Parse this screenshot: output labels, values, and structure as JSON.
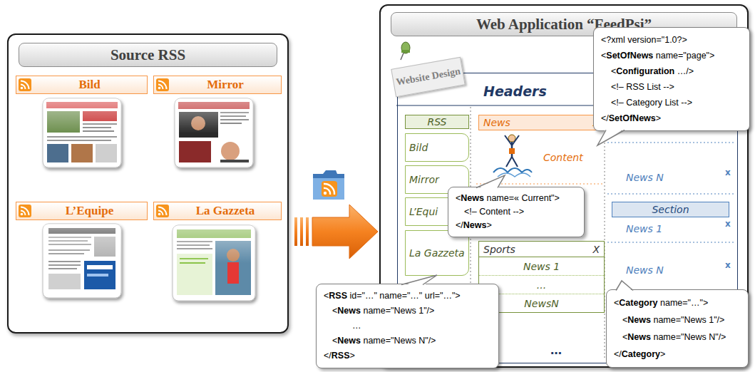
{
  "diagram": {
    "nodes": [
      {
        "text": [
          "Source RSS"
        ]
      },
      {
        "text": [
          "Bild"
        ],
        "in": 0
      },
      {
        "text": [
          "Mirror"
        ],
        "in": 0
      },
      {
        "text": [
          "L’Equipe"
        ],
        "in": 0
      },
      {
        "text": [
          "La Gazzeta"
        ],
        "in": 0
      },
      {
        "text": [
          "Web Application “FeedPsi”"
        ]
      },
      {
        "text": [
          "Website Design"
        ],
        "in": 5
      },
      {
        "text": [
          "Headers"
        ],
        "in": 5
      },
      {
        "text": [
          "RSS"
        ],
        "in": 7
      },
      {
        "text": [
          "Bild"
        ],
        "in": 7
      },
      {
        "text": [
          "Mirror"
        ],
        "in": 7
      },
      {
        "text": [
          "L’Equi"
        ],
        "in": 7
      },
      {
        "text": [
          "La Gazzeta"
        ],
        "in": 7
      },
      {
        "text": [
          "News",
          "X"
        ],
        "in": 7
      },
      {
        "text": [
          "Sports",
          "X",
          "News 1",
          "...",
          "NewsN"
        ],
        "in": 7
      },
      {
        "text": [
          "Section"
        ],
        "in": 7
      },
      {
        "text": [
          "<?xml version=\"1.0?>",
          "<SetOfNews name=\"page\">",
          "<Configuration …/>",
          "<!– RSS List -->",
          "<!– Category List -->",
          "</SetOfNews>"
        ]
      },
      {
        "text": [
          "<News name=« Current\">",
          "<!– Content -->",
          "</News>"
        ]
      },
      {
        "text": [
          "<RSS id=\"…\" name=\"…\" url=\"…\">",
          "<News name=\"News 1\"/>",
          "…",
          "<News name=\"News N\"/>",
          "</RSS>"
        ]
      },
      {
        "text": [
          "<Category name=\"…\">",
          "<News name=\"News 1\"/>",
          "<News name=\"News N\"/>",
          "</Category>"
        ]
      }
    ],
    "edges": [
      {
        "from": 0,
        "to": 5,
        "arrow": "to"
      }
    ],
    "labels": [
      "Content",
      "News N",
      "x",
      "News 1",
      "x",
      "News N",
      "x",
      "…"
    ]
  }
}
